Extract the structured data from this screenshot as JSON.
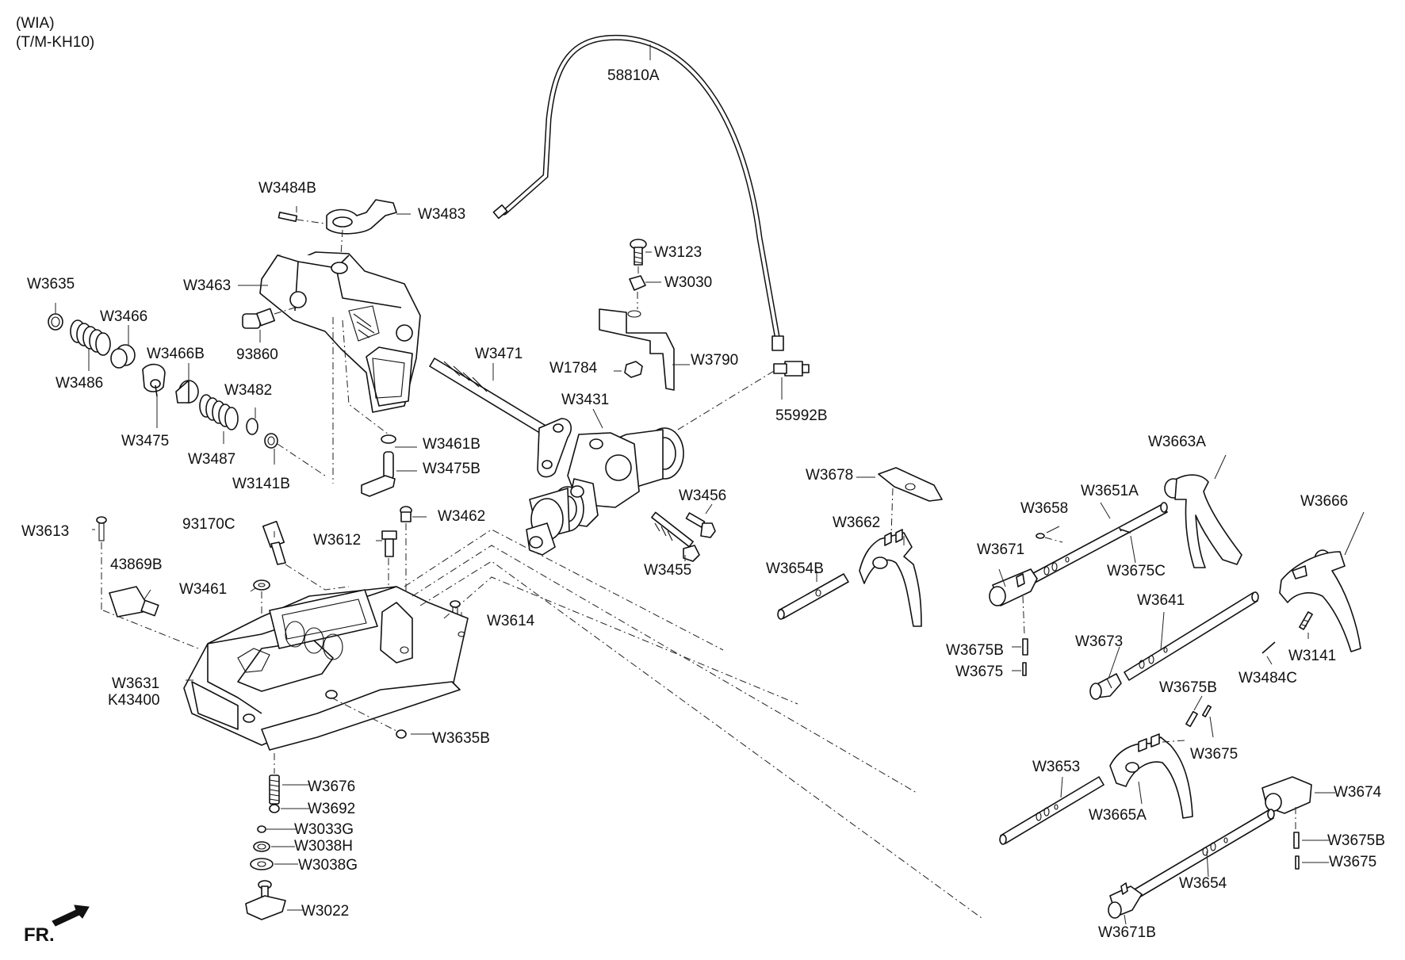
{
  "header": {
    "line1": "(WIA)",
    "line2": "(T/M-KH10)"
  },
  "front_indicator": "FR.",
  "labels": {
    "p58810A": "58810A",
    "W3484B": "W3484B",
    "W3483": "W3483",
    "W3463": "W3463",
    "W3123": "W3123",
    "W3030": "W3030",
    "W3635": "W3635",
    "W3466": "W3466",
    "p93860": "93860",
    "W3466B": "W3466B",
    "W3471": "W3471",
    "W3486": "W3486",
    "W3482": "W3482",
    "W1784": "W1784",
    "W3790": "W3790",
    "W3431": "W3431",
    "p55992B": "55992B",
    "W3475": "W3475",
    "W3461B": "W3461B",
    "W3487": "W3487",
    "W3475B": "W3475B",
    "W3141B": "W3141B",
    "W3678": "W3678",
    "W3663A": "W3663A",
    "W3456": "W3456",
    "W3651A": "W3651A",
    "W3666": "W3666",
    "W3462": "W3462",
    "W3658": "W3658",
    "W3613": "W3613",
    "p93170C": "93170C",
    "W3662": "W3662",
    "W3612": "W3612",
    "W3671": "W3671",
    "W3675C": "W3675C",
    "W3455": "W3455",
    "p43869B": "43869B",
    "W3654B": "W3654B",
    "W3461": "W3461",
    "W3641": "W3641",
    "W3614": "W3614",
    "W3673": "W3673",
    "W3141": "W3141",
    "W3675B_a": "W3675B",
    "W3675_a": "W3675",
    "W3631": "W3631",
    "K43400": "K43400",
    "W3484C": "W3484C",
    "W3675B_b": "W3675B",
    "W3635B": "W3635B",
    "W3675_b": "W3675",
    "W3653": "W3653",
    "W3676": "W3676",
    "W3674": "W3674",
    "W3692": "W3692",
    "W3665A": "W3665A",
    "W3033G": "W3033G",
    "W3675B_c": "W3675B",
    "W3038H": "W3038H",
    "W3038G": "W3038G",
    "W3675_c": "W3675",
    "W3654": "W3654",
    "W3022": "W3022",
    "W3671B": "W3671B"
  }
}
